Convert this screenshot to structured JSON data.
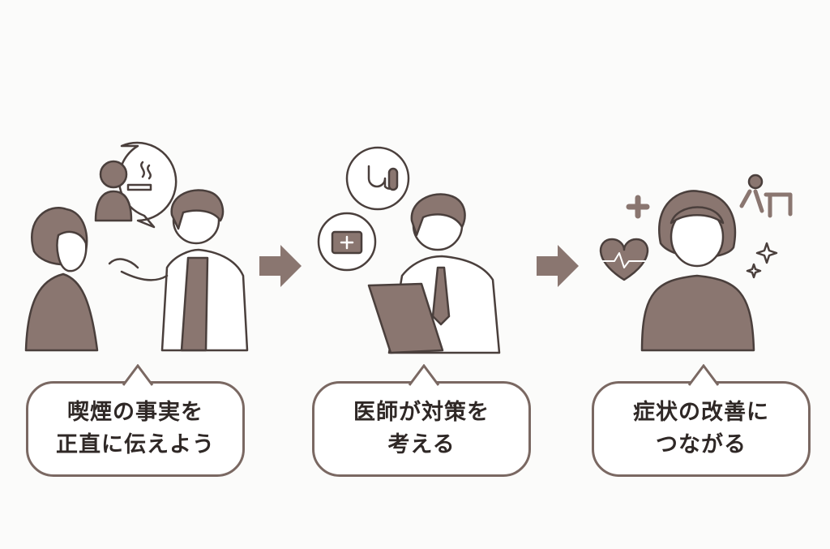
{
  "colors": {
    "stroke": "#4a3f3c",
    "fill": "#8a7670",
    "border": "#7a6862",
    "text": "#2f2826"
  },
  "steps": [
    {
      "line1": "喫煙の事実を",
      "line2": "正直に伝えよう"
    },
    {
      "line1": "医師が対策を",
      "line2": "考える"
    },
    {
      "line1": "症状の改善に",
      "line2": "つながる"
    }
  ]
}
